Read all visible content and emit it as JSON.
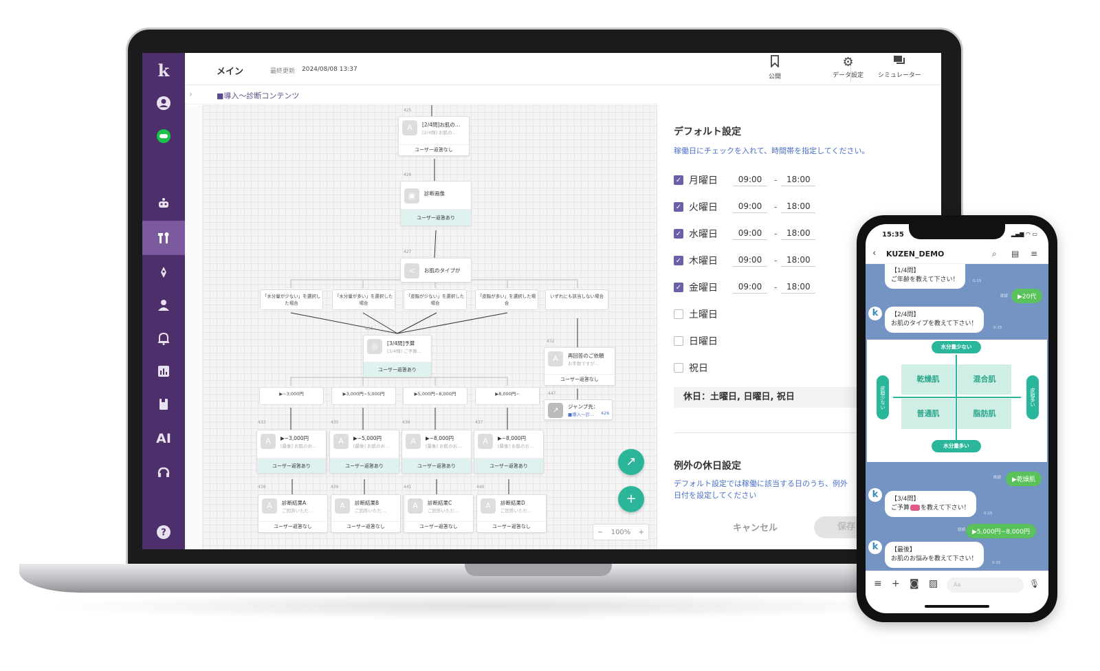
{
  "header": {
    "title": "メイン",
    "updated_label": "最終更新",
    "updated_time": "2024/08/08 13:37",
    "buttons": [
      "公開",
      "データ設定",
      "シミュレーター"
    ]
  },
  "breadcrumb": "■導入～診断コンテンツ",
  "sidebar": {
    "logo": "k",
    "items": [
      "user-icon",
      "line-icon",
      "bot-icon",
      "tools-icon",
      "rocket-icon",
      "person-icon",
      "bell-icon",
      "chart-icon",
      "book-icon",
      "ai-icon",
      "support-icon",
      "help-icon"
    ],
    "ai_label": "AI"
  },
  "flow": {
    "nodes": [
      {
        "num": "425",
        "title": "[2/4問]お肌の…",
        "sub": "[2/4問] お肌の…",
        "footer": "ユーザー返答なし"
      },
      {
        "num": "426",
        "title": "診断画像",
        "sub": "",
        "footer": "ユーザー返答あり"
      },
      {
        "num": "427",
        "title": "お肌のタイプが",
        "sub": "",
        "footer": ""
      },
      {
        "num": "434",
        "title": "[3/4問]予算",
        "sub": "[3/4問] ご予算…",
        "footer": "ユーザー返答あり"
      },
      {
        "num": "432",
        "title": "再回答のご依頼",
        "sub": "お手数ですが…",
        "footer": "ユーザー返答なし"
      },
      {
        "num": "447",
        "title": "ジャンプ先：",
        "sub": "■導入～診…",
        "footer": "426"
      }
    ],
    "conditions": [
      "「水分量が少ない」を選択した場合",
      "「水分量が多い」を選択した場合",
      "「皮脂が少ない」を選択した場合",
      "「皮脂が多い」を選択した場合",
      "いずれにも該当しない場合"
    ],
    "budget_conditions": [
      "▶~3,000円",
      "▶3,000円~5,000円",
      "▶5,000円~8,000円",
      "▶8,000円~"
    ],
    "budget_nodes": [
      {
        "num": "433",
        "title": "▶~3,000円",
        "sub": "[最後] お肌のお…",
        "footer": "ユーザー返答あり"
      },
      {
        "num": "435",
        "title": "▶~5,000円",
        "sub": "[最後] お肌のお…",
        "footer": "ユーザー返答あり"
      },
      {
        "num": "436",
        "title": "▶~8,000円",
        "sub": "[最後] お肌のお…",
        "footer": "ユーザー返答あり"
      },
      {
        "num": "437",
        "title": "▶~8,000円",
        "sub": "[最後] お肌のお…",
        "footer": "ユーザー返答あり"
      }
    ],
    "result_nodes": [
      {
        "num": "438",
        "title": "診断結果A",
        "sub": "ご回答いただ…",
        "footer": "ユーザー返答なし"
      },
      {
        "num": "439",
        "title": "診断結果B",
        "sub": "ご回答いただ…",
        "footer": "ユーザー返答なし"
      },
      {
        "num": "441",
        "title": "診断結果C",
        "sub": "ご回答いただ…",
        "footer": "ユーザー返答なし"
      },
      {
        "num": "440",
        "title": "診断結果D",
        "sub": "ご回答いただ…",
        "footer": "ユーザー返答なし"
      }
    ],
    "zoom": "100%"
  },
  "settings": {
    "title": "デフォルト設定",
    "description": "稼働日にチェックを入れて、時間帯を指定してください。",
    "days": [
      {
        "name": "月曜日",
        "checked": true,
        "start": "09:00",
        "end": "18:00"
      },
      {
        "name": "火曜日",
        "checked": true,
        "start": "09:00",
        "end": "18:00"
      },
      {
        "name": "水曜日",
        "checked": true,
        "start": "09:00",
        "end": "18:00"
      },
      {
        "name": "木曜日",
        "checked": true,
        "start": "09:00",
        "end": "18:00"
      },
      {
        "name": "金曜日",
        "checked": true,
        "start": "09:00",
        "end": "18:00"
      },
      {
        "name": "土曜日",
        "checked": false
      },
      {
        "name": "日曜日",
        "checked": false
      },
      {
        "name": "祝日",
        "checked": false
      }
    ],
    "holidays": "休日：土曜日, 日曜日, 祝日",
    "exception_title": "例外の休日設定",
    "exception_desc_1": "デフォルト設定では稼働に該当する日のうち、例外",
    "exception_desc_2": "日付を設定してください",
    "cancel": "キャンセル",
    "save": "保存"
  },
  "phone": {
    "time": "15:35",
    "account": "KUZEN_DEMO",
    "messages": {
      "m1a": "【1/4問】",
      "m1b": "ご年齢を教えて下さい！",
      "r1": "▶20代",
      "m2a": "【2/4問】",
      "m2b": "お肌のタイプを教えて下さい！",
      "r2": "▶乾燥肌",
      "m3a": "【3/4問】",
      "m3b": "ご予算",
      "m3c": "を教えて下さい！",
      "r3": "▶5,000円~8,000円",
      "m4a": "【最後】",
      "m4b": "お肌のお悩みを教えて下さい！",
      "time_label": "0:15",
      "read_label": "既読"
    },
    "diagram": {
      "top": "水分量少ない",
      "bottom": "水分量多い",
      "left": "皮脂少ない",
      "right": "皮脂多い",
      "cells": [
        "乾燥肌",
        "混合肌",
        "普通肌",
        "脂肪肌"
      ]
    },
    "input_placeholder": "Aa"
  }
}
